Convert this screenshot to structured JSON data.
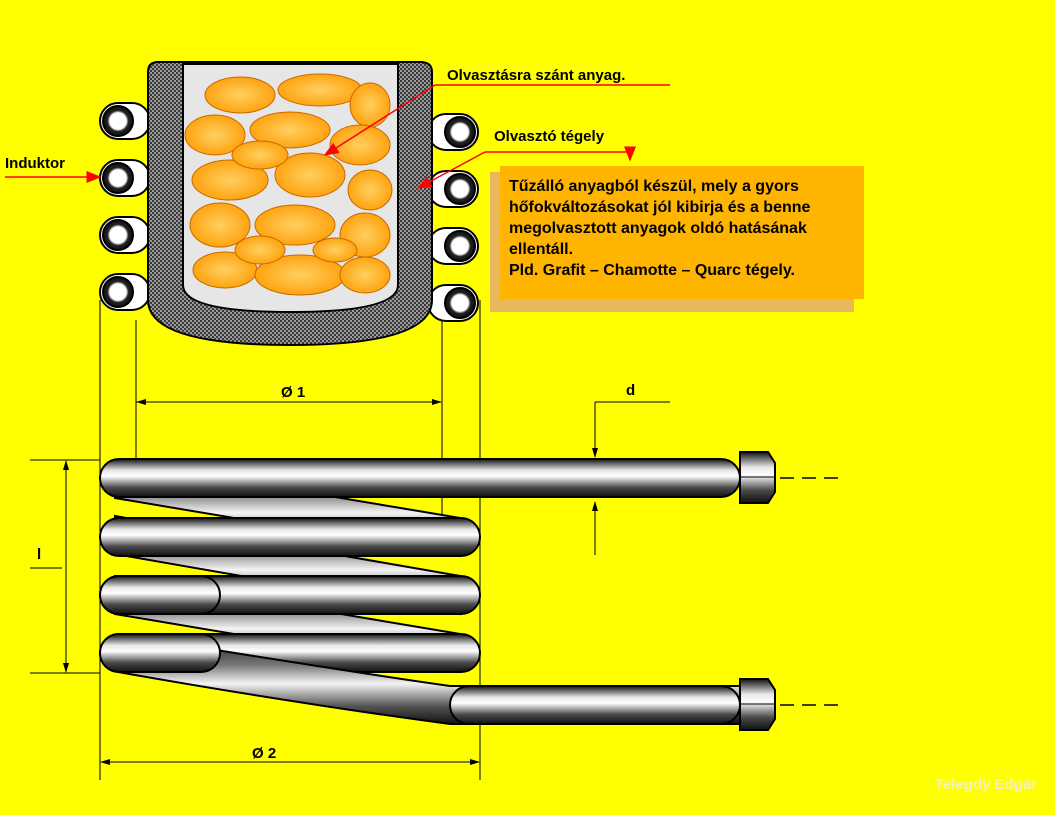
{
  "labels": {
    "material": "Olvasztásra szánt anyag.",
    "crucible": "Olvasztó tégely",
    "inductor": "Induktor",
    "dim_d1": "Ø 1",
    "dim_d2": "Ø 2",
    "dim_d": "d",
    "dim_l": "l"
  },
  "info_box": {
    "lines": [
      "Tűzálló anyagból készül, mely a gyors",
      "hőfokváltozásokat jól kibirja és a benne",
      "megolvasztott anyagok oldó hatásának",
      "ellentáll.",
      "Pld. Grafit – Chamotte – Quarc tégely."
    ]
  },
  "author": "Telegdy Edgár",
  "colors": {
    "background": "#ffff00",
    "info_box": "#ffb400",
    "arrow": "#ff0000",
    "melt": "#ffa000"
  }
}
